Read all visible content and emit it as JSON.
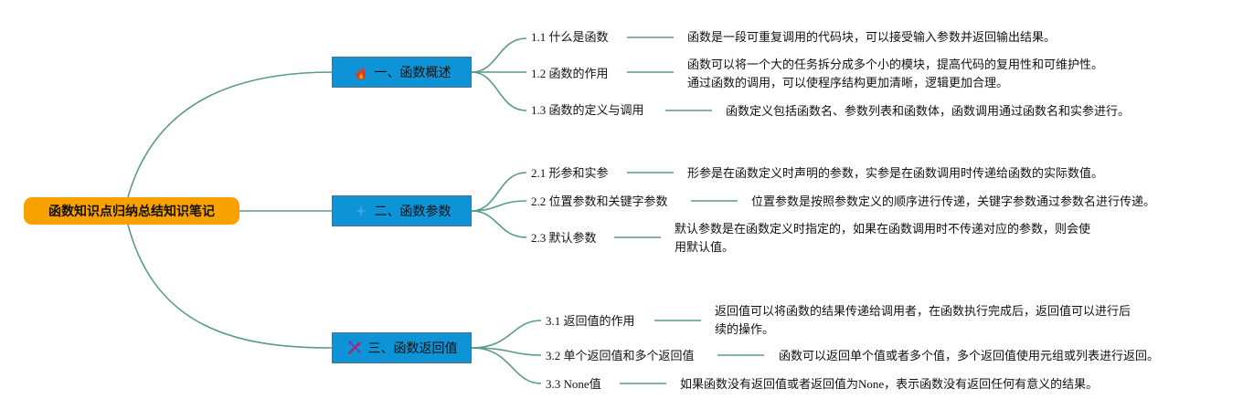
{
  "root": {
    "label": "函数知识点归纳总结知识笔记"
  },
  "branches": [
    {
      "label": "一、函数概述",
      "icon": "fire-icon",
      "topics": [
        {
          "label": "1.1 什么是函数",
          "desc": [
            "函数是一段可重复调用的代码块，可以接受输入参数并返回输出结果。"
          ]
        },
        {
          "label": "1.2 函数的作用",
          "desc": [
            "函数可以将一个大的任务拆分成多个小的模块，提高代码的复用性和可维护性。",
            "通过函数的调用，可以使程序结构更加清晰，逻辑更加合理。"
          ]
        },
        {
          "label": "1.3 函数的定义与调用",
          "desc": [
            "函数定义包括函数名、参数列表和函数体，函数调用通过函数名和实参进行。"
          ]
        }
      ]
    },
    {
      "label": "二、函数参数",
      "icon": "sparkle-icon",
      "topics": [
        {
          "label": "2.1 形参和实参",
          "desc": [
            "形参是在函数定义时声明的参数，实参是在函数调用时传递给函数的实际数值。"
          ]
        },
        {
          "label": "2.2 位置参数和关键字参数",
          "desc": [
            "位置参数是按照参数定义的顺序进行传递，关键字参数通过参数名进行传递。"
          ]
        },
        {
          "label": "2.3 默认参数",
          "desc": [
            "默认参数是在函数定义时指定的，如果在函数调用时不传递对应的参数，则会使",
            "用默认值。"
          ]
        }
      ]
    },
    {
      "label": "三、函数返回值",
      "icon": "tools-icon",
      "topics": [
        {
          "label": "3.1 返回值的作用",
          "desc": [
            "返回值可以将函数的结果传递给调用者，在函数执行完成后，返回值可以进行后",
            "续的操作。"
          ]
        },
        {
          "label": "3.2 单个返回值和多个返回值",
          "desc": [
            "函数可以返回单个值或者多个值，多个返回值使用元组或列表进行返回。"
          ]
        },
        {
          "label": "3.3 None值",
          "desc": [
            "如果函数没有返回值或者返回值为None，表示函数没有返回任何有意义的结果。"
          ]
        }
      ]
    }
  ]
}
